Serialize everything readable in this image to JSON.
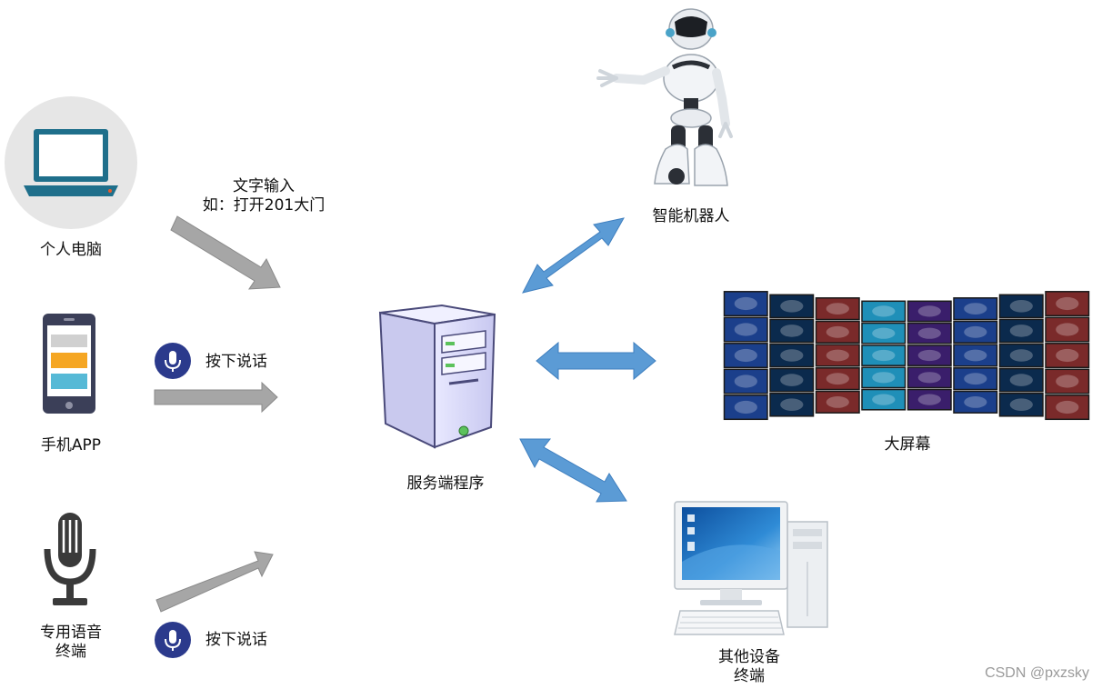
{
  "labels": {
    "pc": "个人电脑",
    "phone": "手机APP",
    "voice_terminal_line1": "专用语音",
    "voice_terminal_line2": "终端",
    "text_input_line1": "文字输入",
    "text_input_line2": "如：打开201大门",
    "press_to_talk_1": "按下说话",
    "press_to_talk_2": "按下说话",
    "server": "服务端程序",
    "robot": "智能机器人",
    "big_screen": "大屏幕",
    "other_line1": "其他设备",
    "other_line2": "终端"
  },
  "watermark": "CSDN @pxzsky",
  "colors": {
    "gray_arrow": "#a6a6a6",
    "blue_arrow": "#5b9bd5",
    "mic_badge": "#2b3a8c",
    "laptop": "#1f6f8b",
    "pc_circle": "#e6e6e6"
  },
  "icons": {
    "pc": "laptop-icon",
    "phone": "smartphone-icon",
    "voice": "microphone-icon",
    "server": "server-tower-icon",
    "robot": "robot-icon",
    "screen": "video-wall-icon",
    "desktop": "desktop-computer-icon"
  }
}
